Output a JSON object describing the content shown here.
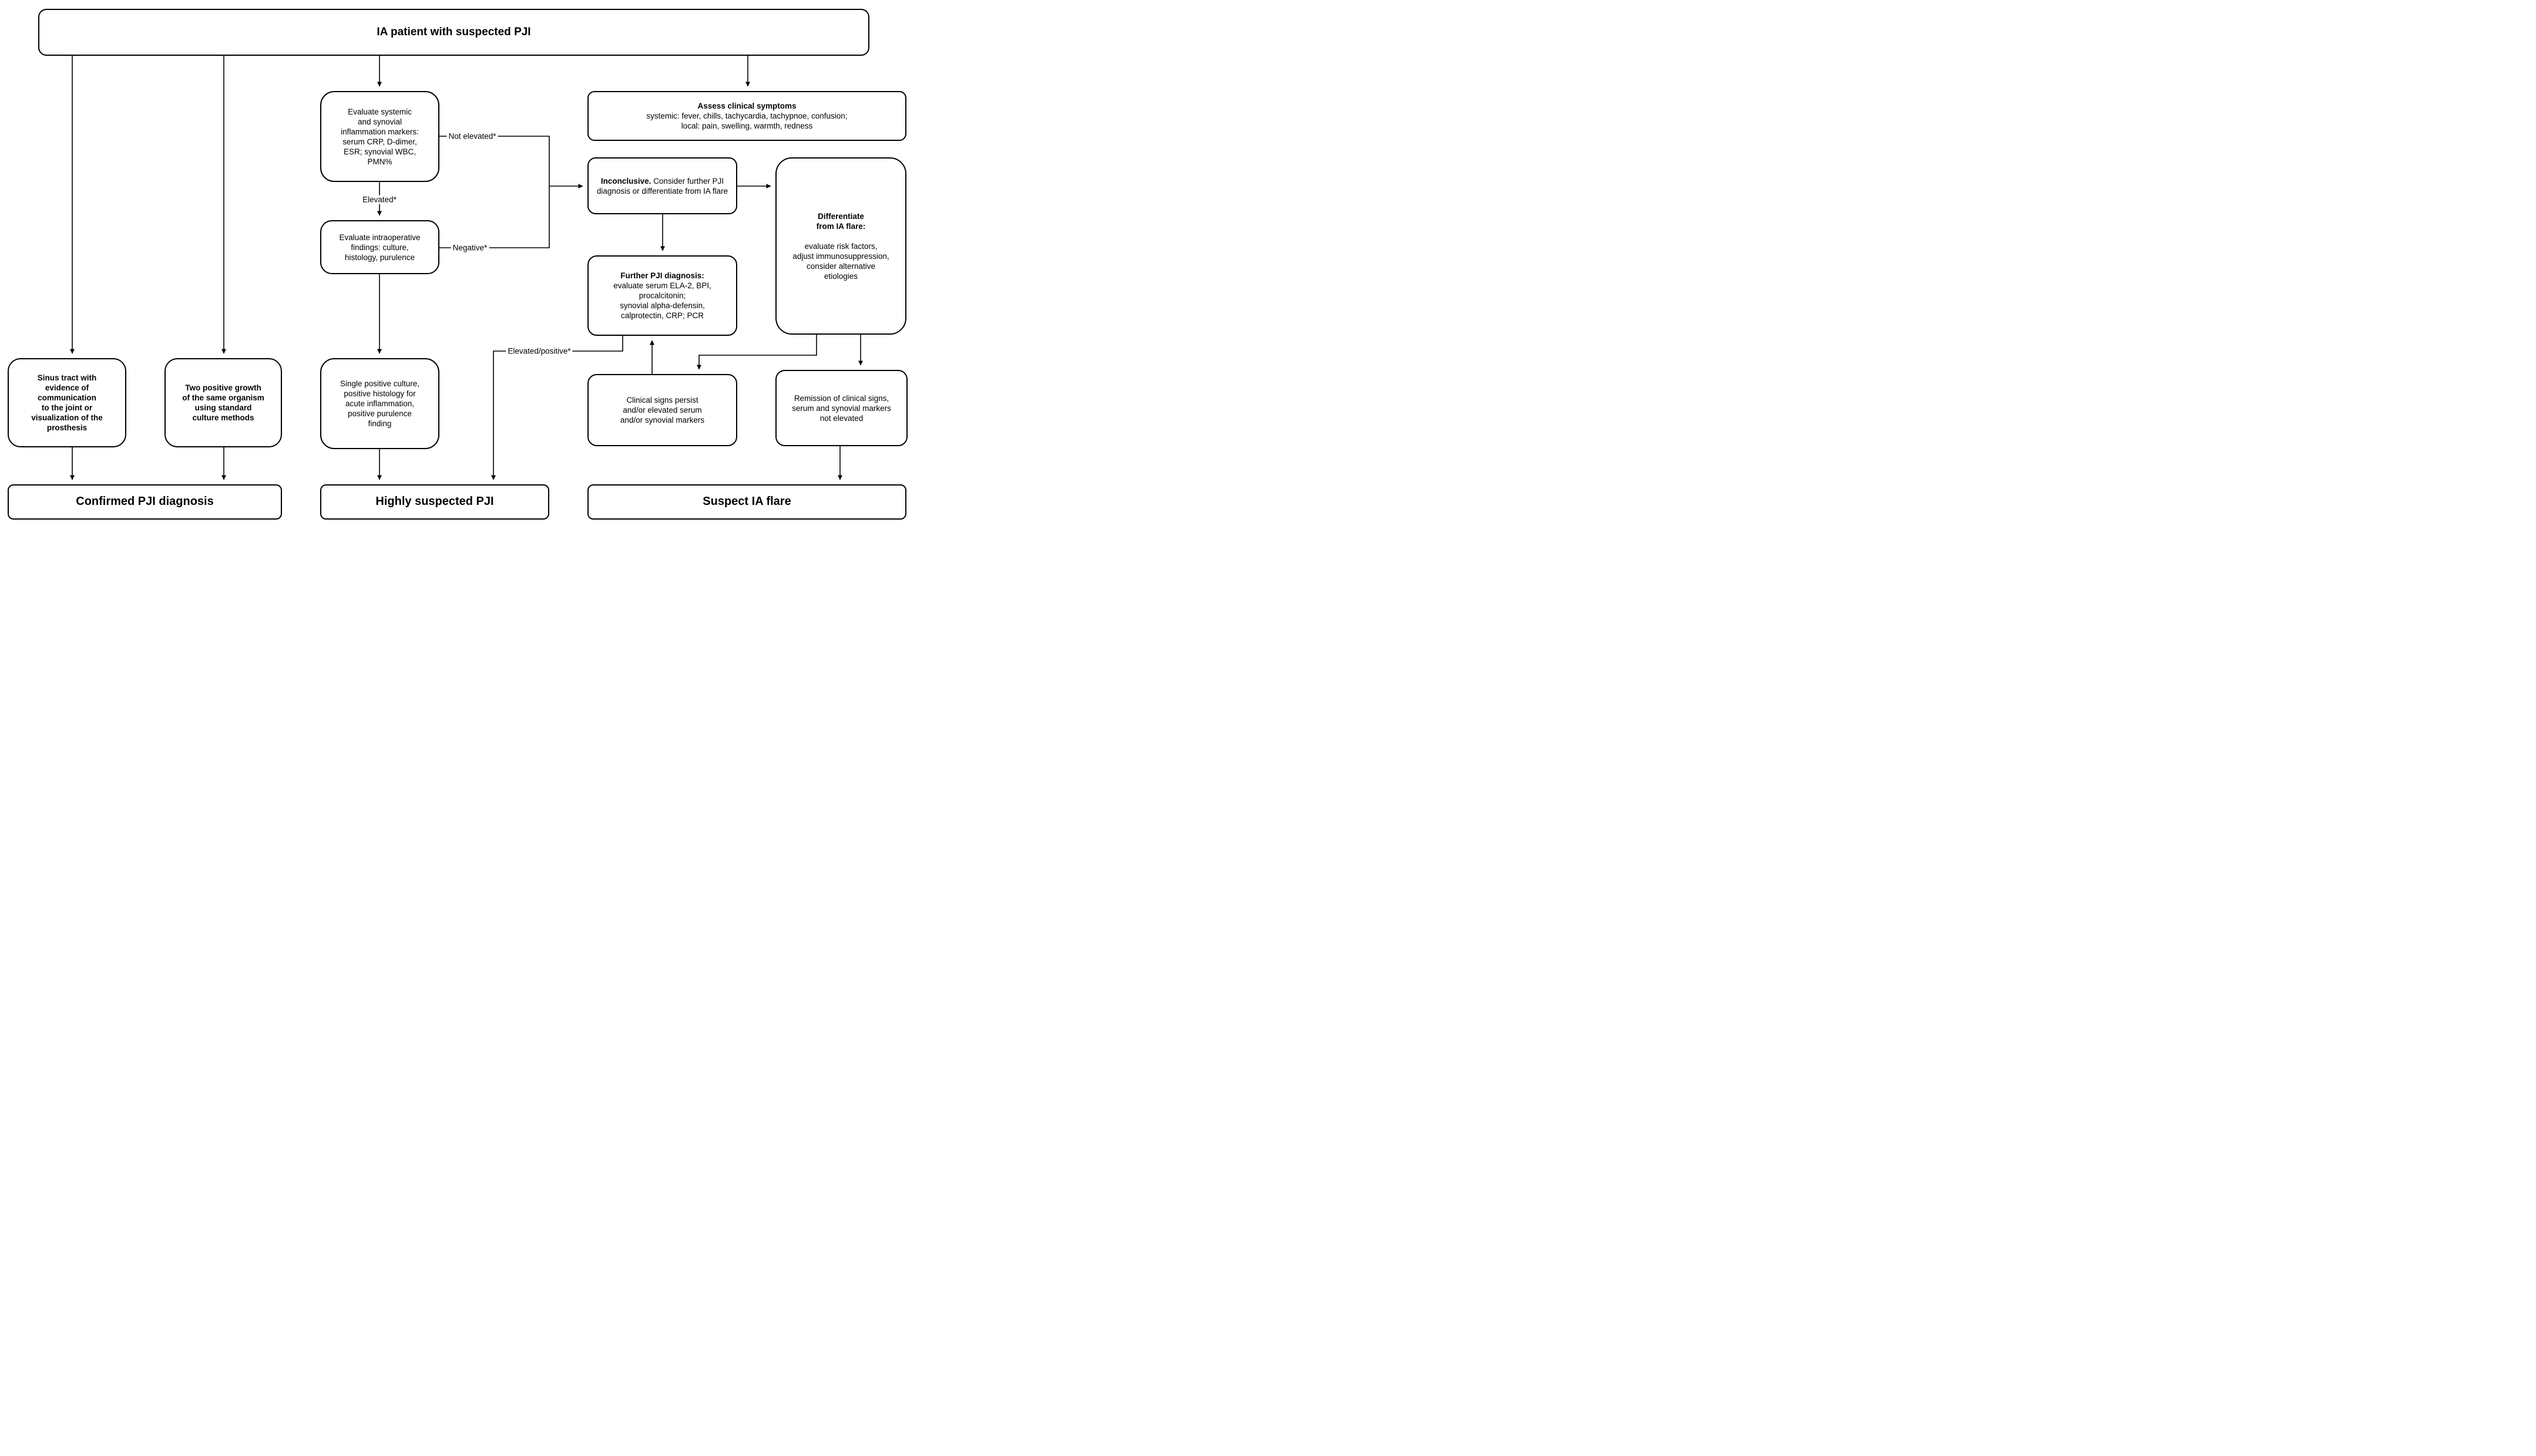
{
  "diagram": {
    "title": "IA patient with suspected PJI",
    "type": "clinical-flowchart"
  },
  "colors": {
    "stroke": "#000000",
    "background": "#ffffff",
    "text": "#000000"
  },
  "nodes": {
    "top": {
      "label": "IA patient with suspected PJI"
    },
    "evalSystemic": {
      "lines": [
        "Evaluate systemic",
        "and synovial",
        "inflammation markers:",
        "serum CRP, D-dimer,",
        "ESR; synovial WBC,",
        "PMN%"
      ]
    },
    "assess": {
      "heading": "Assess clinical symptoms",
      "lines": [
        "systemic: fever, chills, tachycardia, tachypnoe, confusion;",
        "local: pain, swelling, warmth, redness"
      ]
    },
    "inconclusive": {
      "heading": "Inconclusive.",
      "rest": "Consider further PJI diagnosis or differentiate from IA flare"
    },
    "differentiate": {
      "heading_lines": [
        "Differentiate",
        "from IA flare:"
      ],
      "lines": [
        "evaluate risk factors,",
        "adjust immunosuppression,",
        "consider alternative",
        "etiologies"
      ]
    },
    "evalIntraop": {
      "lines": [
        "Evaluate intraoperative",
        "findings: culture,",
        "histology, purulence"
      ]
    },
    "further": {
      "heading": "Further PJI diagnosis:",
      "lines": [
        "evaluate serum ELA-2, BPI,",
        "procalcitonin;",
        "synovial alpha-defensin,",
        "calprotectin, CRP; PCR"
      ]
    },
    "sinus": {
      "lines": [
        "Sinus tract with",
        "evidence of",
        "communication",
        "to the joint or",
        "visualization of the",
        "prosthesis"
      ]
    },
    "twoPositive": {
      "lines": [
        "Two positive growth",
        "of the same organism",
        "using standard",
        "culture methods"
      ]
    },
    "singlePositive": {
      "lines": [
        "Single positive culture,",
        "positive histology for",
        "acute inflammation,",
        "positive purulence",
        "finding"
      ]
    },
    "clinicalPersist": {
      "lines": [
        "Clinical signs persist",
        "and/or elevated serum",
        "and/or synovial markers"
      ]
    },
    "remission": {
      "lines": [
        "Remission of clinical signs,",
        "serum and synovial markers",
        "not elevated"
      ]
    },
    "confirmed": {
      "label": "Confirmed PJI diagnosis"
    },
    "highly": {
      "label": "Highly suspected PJI"
    },
    "suspectFlare": {
      "label": "Suspect IA flare"
    }
  },
  "edge_labels": {
    "not_elevated": "Not elevated*",
    "elevated": "Elevated*",
    "negative": "Negative*",
    "elevated_positive": "Elevated/positive*"
  }
}
